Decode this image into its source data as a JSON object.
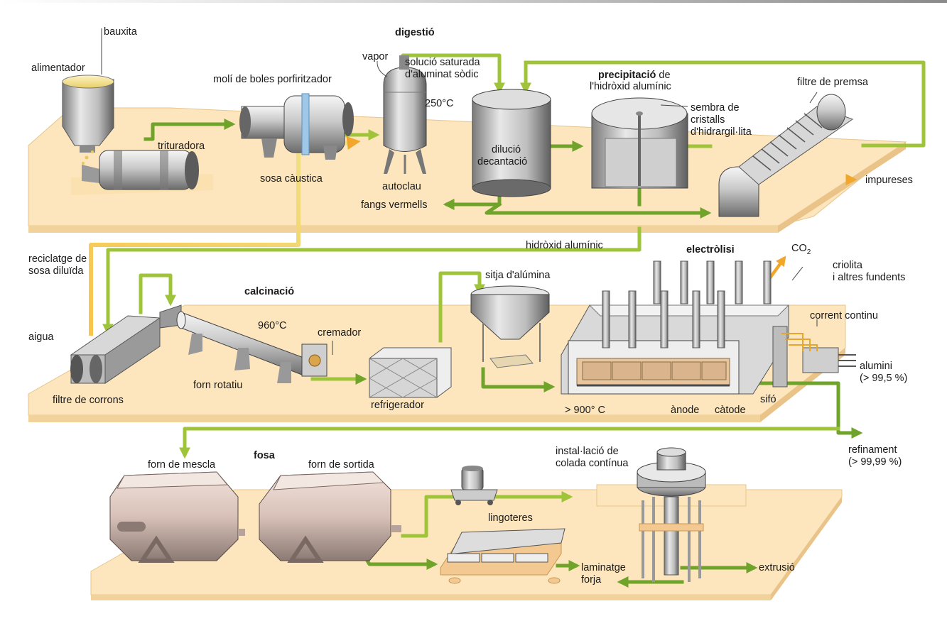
{
  "sections": {
    "digestion": "digestió",
    "precipitation_title": "precipitació",
    "precipitation_rest": " de",
    "precipitation_line2": "l'hidròxid alumínic",
    "electrolysis": "electròlisi",
    "calcination": "calcinació",
    "smelting": "fosa"
  },
  "labels": {
    "bauxite": "bauxita",
    "feeder": "alimentador",
    "crusher": "trituradora",
    "ball_mill": "molí de boles porfiritzador",
    "caustic_soda": "sosa càustica",
    "steam": "vapor",
    "saturated_solution": "solució saturada\nd'aluminat sòdic",
    "temp_250": "250°C",
    "autoclave": "autoclau",
    "red_mud": "fangs vermells",
    "dilution_line1": "dilució",
    "dilution_line2": "decantació",
    "seed_crystals": "sembra de\ncristalls\nd'hidrargil·lita",
    "filter_press": "filtre de premsa",
    "impurities": "impureses",
    "aluminium_hydroxide": "hidròxid alumínic",
    "soda_recycling": "reciclatge de\nsosa diluïda",
    "water": "aigua",
    "roller_filter": "filtre de corrons",
    "temp_960": "960°C",
    "burner": "cremador",
    "rotary_kiln": "forn rotatiu",
    "cooler": "refrigerador",
    "alumina_silo": "sitja d'alúmina",
    "co2_base": "CO",
    "co2_sub": "2",
    "cryolite": "criolita\ni altres fundents",
    "direct_current": "corrent continu",
    "aluminium_purity": "alumini\n(> 99,5 %)",
    "temp_900": "> 900° C",
    "anode": "ànode",
    "cathode": "càtode",
    "siphon": "sifó",
    "refining": "refinament\n(> 99,99 %)",
    "mixing_furnace": "forn de mescla",
    "holding_furnace": "forn de sortida",
    "continuous_casting": "instal·lació de\ncolada contínua",
    "ingot_molds": "lingoteres",
    "rolling": "laminatge",
    "forging": "forja",
    "extrusion": "extrusió"
  },
  "colors": {
    "platform": "#fbe3b8",
    "platform_edge": "#e9c98c",
    "arrow_green": "#6fa32a",
    "arrow_yellow": "#f2b233",
    "arrow_light": "#c9dc5a",
    "machine_light": "#e2e2e2",
    "machine_dark": "#6f6f6f",
    "brick": "#d9b48d"
  }
}
